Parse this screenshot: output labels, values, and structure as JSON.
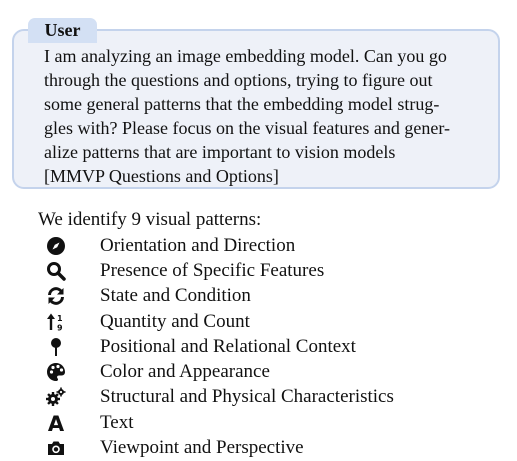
{
  "user_box": {
    "tab_label": "User",
    "lines": [
      "I am analyzing an image embedding model. Can you go",
      "through the questions and options, trying to figure out",
      "some general patterns that the embedding model strug-",
      "gles with? Please focus on the visual features and gener-",
      "alize patterns that are important to vision models",
      "[MMVP Questions and Options]"
    ]
  },
  "intro": "We identify 9 visual patterns:",
  "patterns": [
    {
      "label": "Orientation and Direction",
      "icon": "compass-icon"
    },
    {
      "label": "Presence of Specific Features",
      "icon": "magnifier-icon"
    },
    {
      "label": "State and Condition",
      "icon": "sync-icon"
    },
    {
      "label": "Quantity and Count",
      "icon": "sort-numeric-icon"
    },
    {
      "label": "Positional and Relational Context",
      "icon": "map-pin-icon"
    },
    {
      "label": "Color and Appearance",
      "icon": "palette-icon"
    },
    {
      "label": "Structural and Physical Characteristics",
      "icon": "gears-icon"
    },
    {
      "label": "Text",
      "icon": "letter-a-icon"
    },
    {
      "label": "Viewpoint and Perspective",
      "icon": "camera-icon"
    }
  ]
}
